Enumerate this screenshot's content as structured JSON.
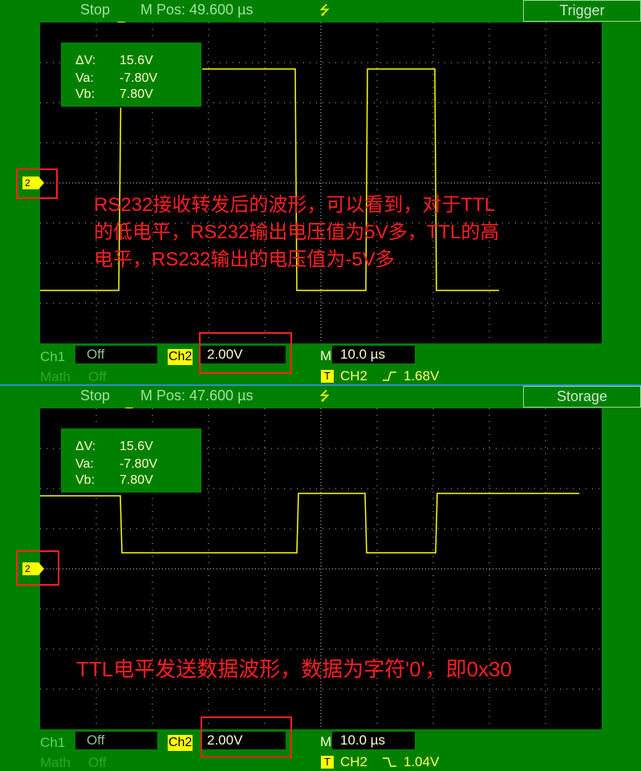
{
  "panels": [
    {
      "status": "Stop",
      "mpos": "M Pos: 49.600 µs",
      "menu_title": "Trigger",
      "cursor": {
        "dv_label": "ΔV:",
        "dv": "15.6V",
        "va_label": "Va:",
        "va": "-7.80V",
        "vb_label": "Vb:",
        "vb": "7.80V"
      },
      "channel_marker": "2",
      "annotation": [
        "RS232接收转发后的波形，可以看到，对于TTL",
        "的低电平，RS232输出电压值为5V多，TTL的高",
        "电平，RS232输出的电压值为-5V多"
      ],
      "ch1_label": "Ch1",
      "ch1_value": "Off",
      "math_label": "Math",
      "math_value": "Off",
      "ch2_label": "Ch2",
      "ch2_value": "2.00V",
      "m_label": "M",
      "timebase": "10.0 µs",
      "trigger_tag": "T",
      "trigger_source": "CH2",
      "trigger_slope": "rising",
      "trigger_level": "1.68V",
      "waveform_levels": {
        "high_v": 5.6,
        "low_v": -5.8
      }
    },
    {
      "status": "Stop",
      "mpos": "M Pos: 47.600 µs",
      "menu_title": "Storage",
      "cursor": {
        "dv_label": "ΔV:",
        "dv": "15.6V",
        "va_label": "Va:",
        "va": "-7.80V",
        "vb_label": "Vb:",
        "vb": "7.80V"
      },
      "channel_marker": "2",
      "annotation": [
        "TTL电平发送数据波形，数据为字符'0'，即0x30"
      ],
      "ch1_label": "Ch1",
      "ch1_value": "Off",
      "math_label": "Math",
      "math_value": "Off",
      "ch2_label": "Ch2",
      "ch2_value": "2.00V",
      "m_label": "M",
      "timebase": "10.0 µs",
      "trigger_tag": "T",
      "trigger_source": "CH2",
      "trigger_slope": "falling",
      "trigger_level": "1.04V",
      "waveform_levels": {
        "high_v": 3.6,
        "low_v": 0.0
      }
    }
  ],
  "colors": {
    "background": "#008000",
    "screen": "#000000",
    "trace": "#ffff00",
    "annotation": "#ff2020"
  }
}
